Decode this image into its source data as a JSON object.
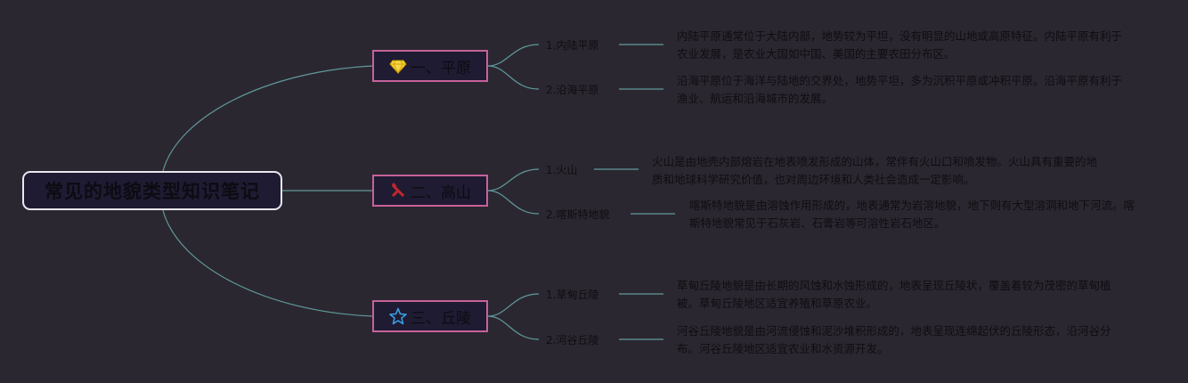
{
  "root": {
    "title": "常见的地貌类型知识笔记"
  },
  "colors": {
    "background": "#2b2730",
    "branch_border": "#c6629a",
    "line": "#5f9a9c",
    "root_border": "#e9e6ef"
  },
  "branches": [
    {
      "label": "一、平原",
      "icon": "diamond-icon",
      "items": [
        {
          "label": "1.内陆平原",
          "desc": "内陆平原通常位于大陆内部，地势较为平坦，没有明显的山地或高原特征。内陆平原有利于农业发展，是农业大国如中国、美国的主要农田分布区。"
        },
        {
          "label": "2.沿海平原",
          "desc": "沿海平原位于海洋与陆地的交界处，地势平坦，多为沉积平原或冲积平原。沿海平原有利于渔业、航运和沿海城市的发展。"
        }
      ]
    },
    {
      "label": "二、高山",
      "icon": "tools-icon",
      "items": [
        {
          "label": "1.火山",
          "desc": "火山是由地壳内部熔岩在地表喷发形成的山体，常伴有火山口和喷发物。火山具有重要的地质和地球科学研究价值，也对周边环境和人类社会造成一定影响。"
        },
        {
          "label": "2.喀斯特地貌",
          "desc": "喀斯特地貌是由溶蚀作用形成的，地表通常为岩溶地貌，地下则有大型溶洞和地下河流。喀斯特地貌常见于石灰岩、石膏岩等可溶性岩石地区。"
        }
      ]
    },
    {
      "label": "三、丘陵",
      "icon": "star-icon",
      "items": [
        {
          "label": "1.草甸丘陵",
          "desc": "草甸丘陵地貌是由长期的风蚀和水蚀形成的，地表呈现丘陵状，覆盖着较为茂密的草甸植被。草甸丘陵地区适宜养殖和草原农业。"
        },
        {
          "label": "2.河谷丘陵",
          "desc": "河谷丘陵地貌是由河流侵蚀和泥沙堆积形成的，地表呈现连绵起伏的丘陵形态，沿河谷分布。河谷丘陵地区适宜农业和水资源开发。"
        }
      ]
    }
  ]
}
